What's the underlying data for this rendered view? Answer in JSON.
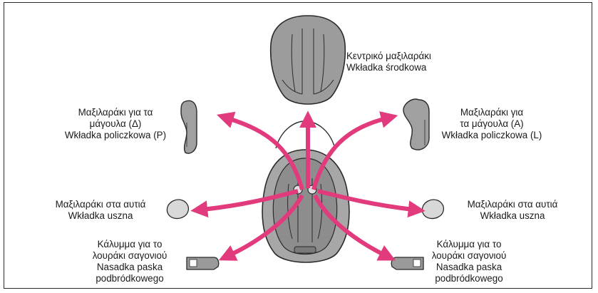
{
  "colors": {
    "arrow": "#e23b7d",
    "pad": "#9a9a9a",
    "padDark": "#6e6e6e",
    "outline": "#2a2a2a"
  },
  "labels": {
    "center": [
      "Κεντρικό μαξιλαράκι",
      "Wkładka środkowa"
    ],
    "cheek_right_side": [
      "Μαξιλαράκι για τα",
      "μάγουλα (Δ)",
      "Wkładka policzkowa (P)"
    ],
    "cheek_left_side": [
      "Μαξιλαράκι για",
      "τα μάγουλα (Α)",
      "Wkładka policzkowa (L)"
    ],
    "ear_left": [
      "Μαξιλαράκι στα αυτιά",
      "Wkładka uszna"
    ],
    "ear_right": [
      "Μαξιλαράκι στα αυτιά",
      "Wkładka uszna"
    ],
    "chin_left": [
      "Κάλυμμα για το",
      "λουράκι σαγονιού",
      "Nasadka paska",
      "podbródkowego"
    ],
    "chin_right": [
      "Κάλυμμα για το",
      "λουράκι σαγονιού",
      "Nasadka paska",
      "podbródkowego"
    ]
  }
}
